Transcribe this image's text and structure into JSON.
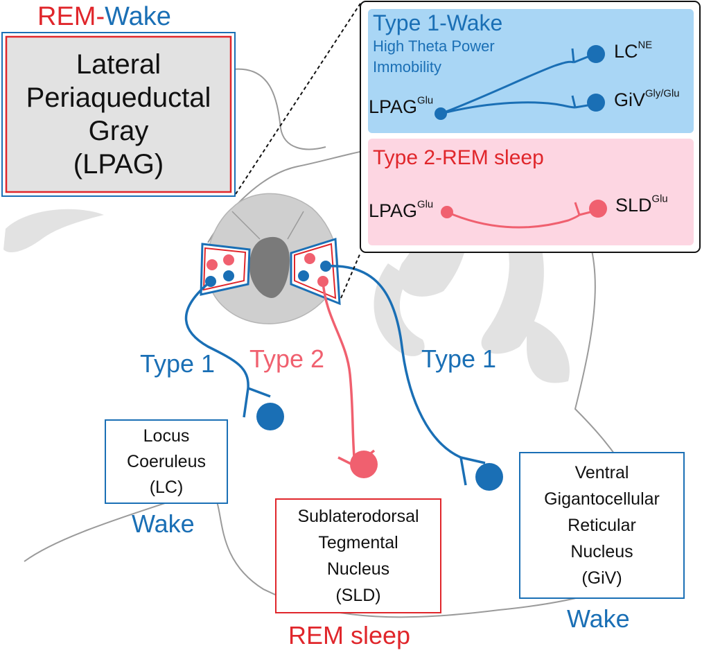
{
  "title": {
    "rem": "REM-",
    "wake": "Wake"
  },
  "lpag_box": {
    "lines": [
      "Lateral",
      "Periaqueductal",
      "Gray",
      "(LPAG)"
    ]
  },
  "inset_type1": {
    "heading": "Type 1-Wake",
    "sub1": "High Theta Power",
    "sub2": "Immobility",
    "source": "LPAG",
    "source_sup": "Glu",
    "target1": "LC",
    "target1_sup": "NE",
    "target2": "GiV",
    "target2_sup": "Gly/Glu"
  },
  "inset_type2": {
    "heading": "Type 2-REM sleep",
    "source": "LPAG",
    "source_sup": "Glu",
    "target": "SLD",
    "target_sup": "Glu"
  },
  "labels": {
    "type1_left": "Type 1",
    "type2": "Type 2",
    "type1_right": "Type 1"
  },
  "lc_box": {
    "lines": [
      "Locus",
      "Coeruleus",
      "(LC)"
    ],
    "state": "Wake"
  },
  "sld_box": {
    "lines": [
      "Sublaterodorsal",
      "Tegmental",
      "Nucleus",
      "(SLD)"
    ],
    "state": "REM sleep"
  },
  "giv_box": {
    "lines": [
      "Ventral",
      "Gigantocellular",
      "Reticular",
      "Nucleus",
      "(GiV)"
    ],
    "state": "Wake"
  },
  "colors": {
    "blue": "#1a6fb5",
    "red": "#e0262b",
    "pink": "#f0606f",
    "inset_blue_bg": "#a9d6f5",
    "inset_pink_bg": "#fdd6e2",
    "lpag_box_bg": "#e2e2e2",
    "silhouette": "#cfcfcf",
    "aqueduct": "#7a7a7a"
  }
}
